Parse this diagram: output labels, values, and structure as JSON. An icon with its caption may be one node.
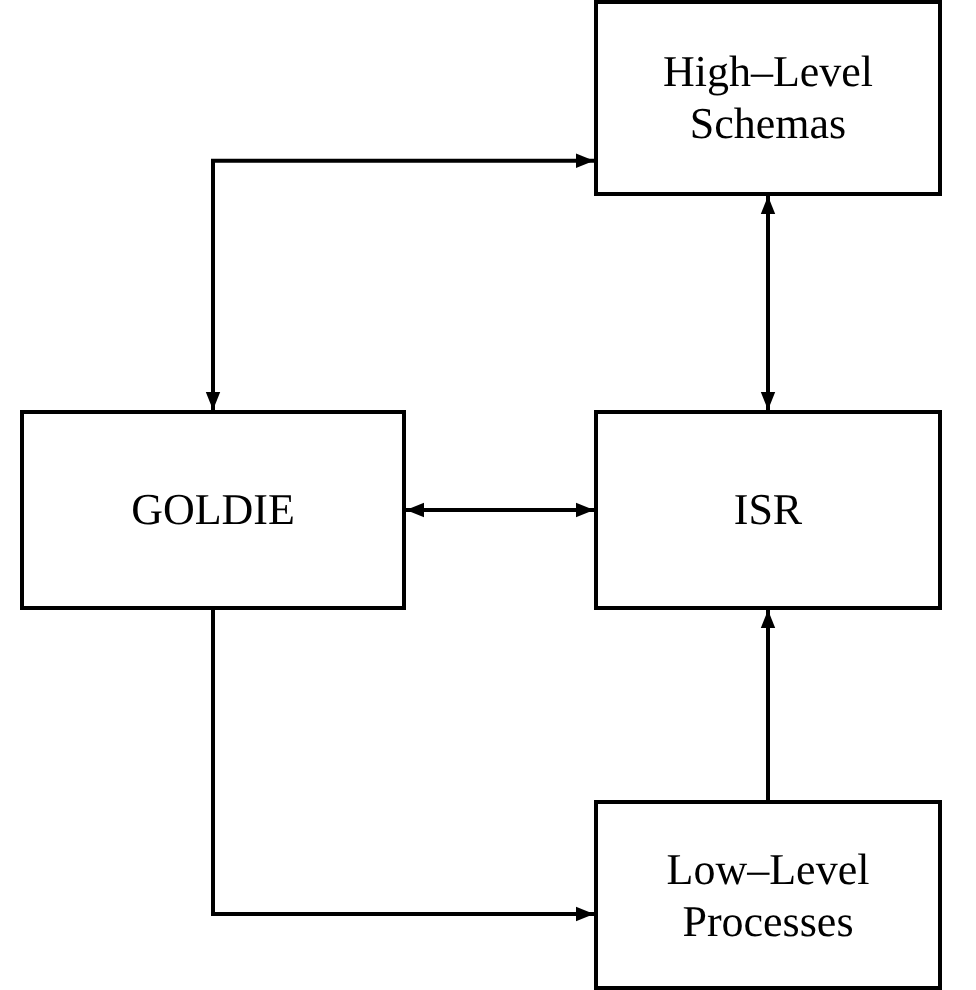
{
  "diagram": {
    "nodes": [
      {
        "text": [
          "High–Level Schemas"
        ]
      },
      {
        "text": [
          "GOLDIE"
        ]
      },
      {
        "text": [
          "ISR"
        ]
      },
      {
        "text": [
          "Low–Level Processes"
        ]
      }
    ],
    "edges": [
      {
        "from": 0,
        "to": 1,
        "arrow": "both"
      },
      {
        "from": 1,
        "to": 2,
        "arrow": "both"
      },
      {
        "from": 2,
        "to": 0,
        "arrow": "both"
      },
      {
        "from": 1,
        "to": 3,
        "arrow": "to"
      },
      {
        "from": 3,
        "to": 2,
        "arrow": "to"
      }
    ]
  }
}
